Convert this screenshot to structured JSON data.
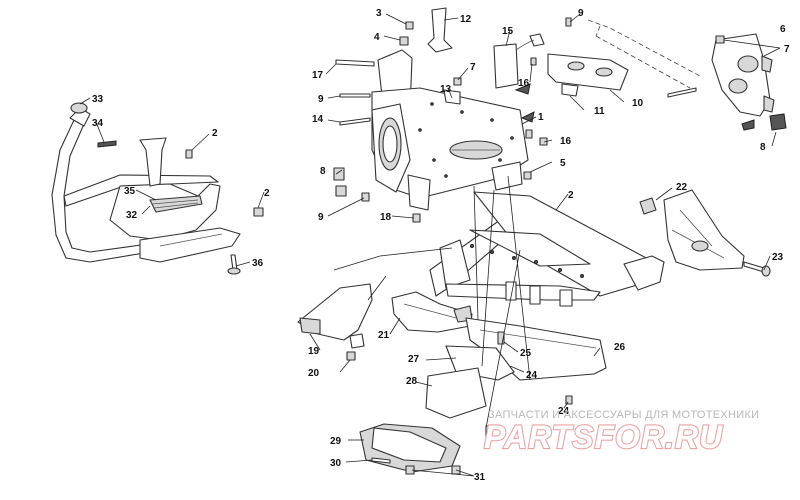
{
  "diagram": {
    "callouts": [
      {
        "id": "c1",
        "label": "1"
      },
      {
        "id": "c2a",
        "label": "2"
      },
      {
        "id": "c2b",
        "label": "2"
      },
      {
        "id": "c2c",
        "label": "2"
      },
      {
        "id": "c3",
        "label": "3"
      },
      {
        "id": "c4",
        "label": "4"
      },
      {
        "id": "c5",
        "label": "5"
      },
      {
        "id": "c6",
        "label": "6"
      },
      {
        "id": "c7a",
        "label": "7"
      },
      {
        "id": "c7b",
        "label": "7"
      },
      {
        "id": "c8a",
        "label": "8"
      },
      {
        "id": "c8b",
        "label": "8"
      },
      {
        "id": "c9a",
        "label": "9"
      },
      {
        "id": "c9b",
        "label": "9"
      },
      {
        "id": "c9c",
        "label": "9"
      },
      {
        "id": "c10",
        "label": "10"
      },
      {
        "id": "c11",
        "label": "11"
      },
      {
        "id": "c12",
        "label": "12"
      },
      {
        "id": "c13",
        "label": "13"
      },
      {
        "id": "c14",
        "label": "14"
      },
      {
        "id": "c15",
        "label": "15"
      },
      {
        "id": "c16a",
        "label": "16"
      },
      {
        "id": "c16b",
        "label": "16"
      },
      {
        "id": "c17",
        "label": "17"
      },
      {
        "id": "c18",
        "label": "18"
      },
      {
        "id": "c19",
        "label": "19"
      },
      {
        "id": "c20",
        "label": "20"
      },
      {
        "id": "c21",
        "label": "21"
      },
      {
        "id": "c22",
        "label": "22"
      },
      {
        "id": "c23",
        "label": "23"
      },
      {
        "id": "c24a",
        "label": "24"
      },
      {
        "id": "c24b",
        "label": "24"
      },
      {
        "id": "c25",
        "label": "25"
      },
      {
        "id": "c26",
        "label": "26"
      },
      {
        "id": "c27",
        "label": "27"
      },
      {
        "id": "c28",
        "label": "28"
      },
      {
        "id": "c29",
        "label": "29"
      },
      {
        "id": "c30",
        "label": "30"
      },
      {
        "id": "c31",
        "label": "31"
      },
      {
        "id": "c32",
        "label": "32"
      },
      {
        "id": "c33",
        "label": "33"
      },
      {
        "id": "c34",
        "label": "34"
      },
      {
        "id": "c35",
        "label": "35"
      },
      {
        "id": "c36",
        "label": "36"
      }
    ]
  },
  "watermark": {
    "tagline": "ЗАПЧАСТИ И АКСЕССУАРЫ ДЛЯ МОТОТЕХНИКИ",
    "brand": "PARTSFOR.RU",
    "brand_color": "#e8a6a6"
  }
}
